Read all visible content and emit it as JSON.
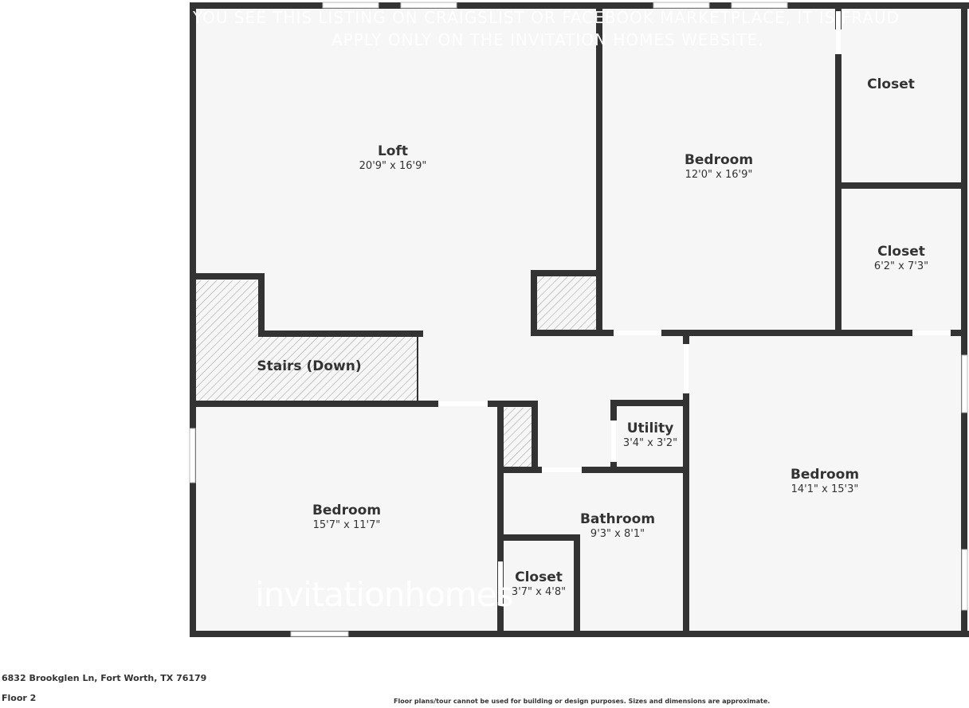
{
  "floorplan": {
    "floor_label": "Floor 2",
    "address": "6832 Brookglen Ln, Fort Worth, TX 76179",
    "disclaimer": "Floor plans/tour cannot be used for building or design purposes. Sizes and dimensions are approximate.",
    "watermark": {
      "line1": "YOU SEE THIS LISTING ON CRAIGSLIST OR FACEBOOK MARKETPLACE, IT IS FRAUD",
      "line2": "APPLY ONLY ON THE INVITATION HOMES WEBSITE.",
      "logo_text": "invitationhomes"
    },
    "colors": {
      "wall": "#333333",
      "floor": "#f6f6f6",
      "text": "#333333"
    },
    "rooms": [
      {
        "name": "Loft",
        "dimensions": "20'9\" x 16'9\""
      },
      {
        "name": "Bedroom",
        "dimensions": "12'0\" x 16'9\""
      },
      {
        "name": "Closet",
        "dimensions": ""
      },
      {
        "name": "Closet",
        "dimensions": "6'2\" x 7'3\""
      },
      {
        "name": "Stairs (Down)",
        "dimensions": ""
      },
      {
        "name": "Utility",
        "dimensions": "3'4\" x 3'2\""
      },
      {
        "name": "Bedroom",
        "dimensions": "14'1\" x 15'3\""
      },
      {
        "name": "Bedroom",
        "dimensions": "15'7\" x 11'7\""
      },
      {
        "name": "Bathroom",
        "dimensions": "9'3\" x 8'1\""
      },
      {
        "name": "Closet",
        "dimensions": "3'7\" x 4'8\""
      }
    ]
  }
}
